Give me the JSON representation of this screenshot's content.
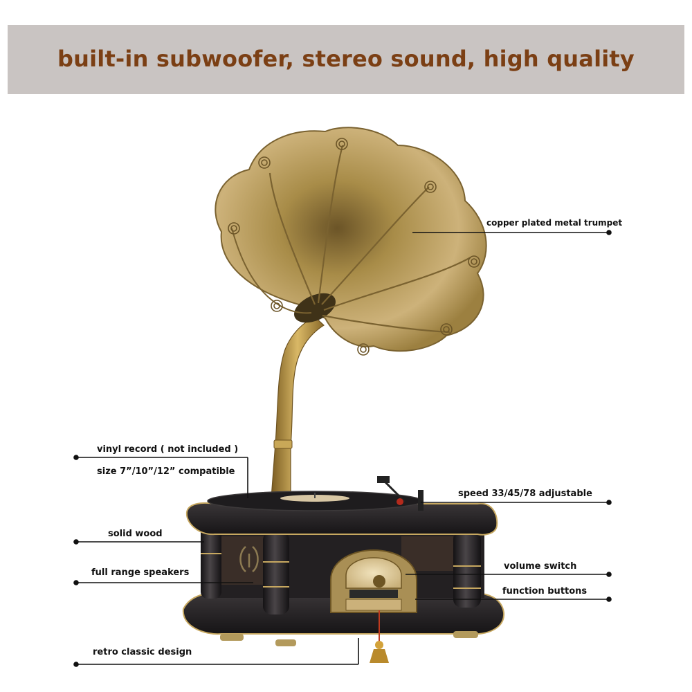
{
  "banner": {
    "title": "built-in subwoofer, stereo sound, high quality"
  },
  "product": {
    "name": "gramophone-record-player"
  },
  "callouts": {
    "trumpet": "copper plated metal trumpet",
    "vinyl": "vinyl record ( not included )",
    "size": "size 7”/10”/12” compatible",
    "speed": "speed 33/45/78 adjustable",
    "wood": "solid wood",
    "speakers": "full range speakers",
    "volume": "volume switch",
    "function": "function buttons",
    "design": "retro classic design"
  },
  "colors": {
    "banner_bg": "#c9c4c2",
    "banner_text": "#7b3f14",
    "brass": "#b89a52",
    "wood": "#1f1d1f"
  }
}
